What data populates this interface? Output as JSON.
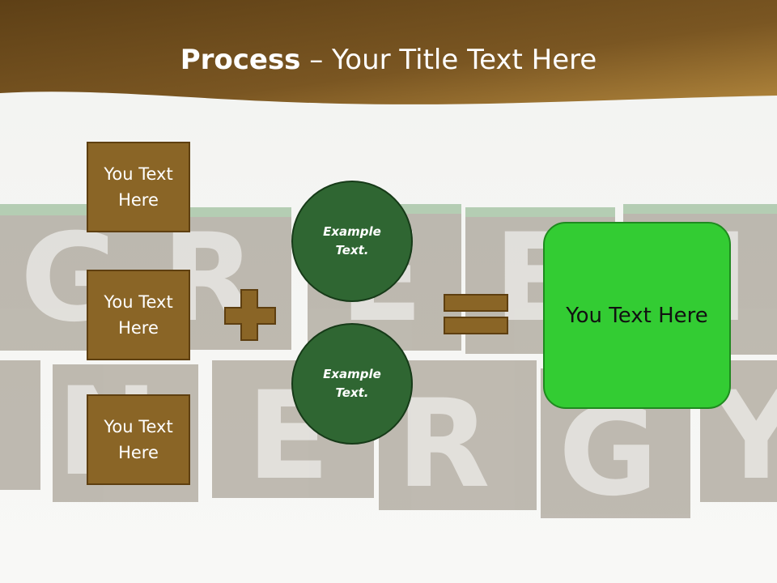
{
  "header": {
    "title_bold": "Process",
    "title_rest": " – Your Title Text Here"
  },
  "left_boxes": [
    "You Text Here",
    "You Text Here",
    "You Text Here"
  ],
  "circles": [
    "Example Text.",
    "Example Text."
  ],
  "result_box": "You Text Here",
  "background": {
    "letters_row1": [
      "G",
      "R",
      "E",
      "E",
      "N"
    ],
    "letters_row2": [
      "N",
      "E",
      "R",
      "G",
      "Y"
    ]
  },
  "colors": {
    "header_dark": "#6b4a18",
    "header_light": "#a87a35",
    "box_brown": "#8a6526",
    "circle_green": "#2f6632",
    "result_green": "#33cc33"
  }
}
